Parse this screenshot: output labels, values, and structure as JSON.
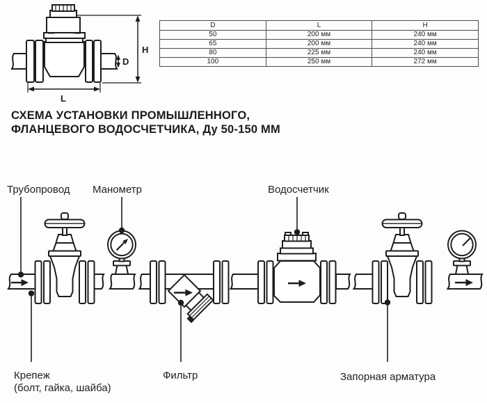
{
  "dimension_drawing": {
    "height_label": "H",
    "diameter_label": "D",
    "length_label": "L"
  },
  "size_table": {
    "headers": [
      "D",
      "L",
      "H"
    ],
    "rows": [
      [
        "50",
        "200 мм",
        "240 мм"
      ],
      [
        "65",
        "200 мм",
        "240 мм"
      ],
      [
        "80",
        "225 мм",
        "240 мм"
      ],
      [
        "100",
        "250 мм",
        "272 мм"
      ]
    ]
  },
  "title": {
    "line1": "СХЕМА УСТАНОВКИ ПРОМЫШЛЕННОГО,",
    "line2": "ФЛАНЦЕВОГО ВОДОСЧЕТЧИКА, Ду 50-150 ММ"
  },
  "scheme": {
    "labels": {
      "pipeline": "Трубопровод",
      "manometer": "Манометр",
      "water_meter": "Водосчетчик",
      "fasteners_line1": "Крепеж",
      "fasteners_line2": "(болт, гайка, шайба)",
      "filter": "Фильтр",
      "shutoff_valve": "Запорная арматура"
    },
    "ink_color": "#1d1d1d",
    "background_color": "#ffffff"
  }
}
